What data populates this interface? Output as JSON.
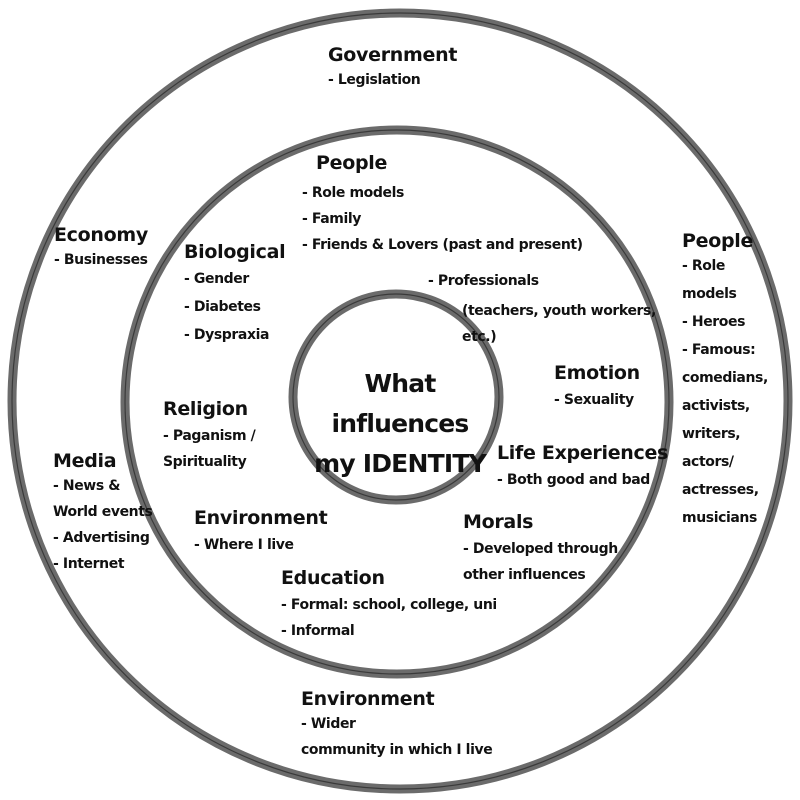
{
  "center": {
    "line1": "What influences",
    "line2": "my IDENTITY"
  },
  "outer": {
    "government": {
      "heading": "Government",
      "items": [
        "- Legislation"
      ]
    },
    "economy": {
      "heading": "Economy",
      "items": [
        "- Businesses"
      ]
    },
    "media": {
      "heading": "Media",
      "items": [
        "- News &",
        "World events",
        "- Advertising",
        "- Internet"
      ]
    },
    "people": {
      "heading": "People",
      "items": [
        "- Role",
        "models",
        "- Heroes",
        "- Famous:",
        "comedians,",
        "activists,",
        "writers,",
        "actors/",
        "actresses,",
        "musicians"
      ]
    },
    "environment": {
      "heading": "Environment",
      "items": [
        "- Wider",
        "community in which I live"
      ]
    }
  },
  "middle": {
    "people": {
      "heading": "People",
      "items": [
        "- Role models",
        "- Family",
        "- Friends & Lovers (past and present)"
      ]
    },
    "professionals": {
      "items": [
        "- Professionals",
        "(teachers, youth workers,",
        "etc.)"
      ]
    },
    "biological": {
      "heading": "Biological",
      "items": [
        "- Gender",
        "- Diabetes",
        "- Dyspraxia"
      ]
    },
    "religion": {
      "heading": "Religion",
      "items": [
        "- Paganism /",
        "Spirituality"
      ]
    },
    "emotion": {
      "heading": "Emotion",
      "items": [
        "- Sexuality"
      ]
    },
    "life_experiences": {
      "heading": "Life Experiences",
      "items": [
        "- Both good and bad"
      ]
    },
    "morals": {
      "heading": "Morals",
      "items": [
        "- Developed through",
        "other influences"
      ]
    },
    "environment": {
      "heading": "Environment",
      "items": [
        "- Where I live"
      ]
    },
    "education": {
      "heading": "Education",
      "items": [
        "- Formal: school, college, uni",
        "- Informal"
      ]
    }
  }
}
